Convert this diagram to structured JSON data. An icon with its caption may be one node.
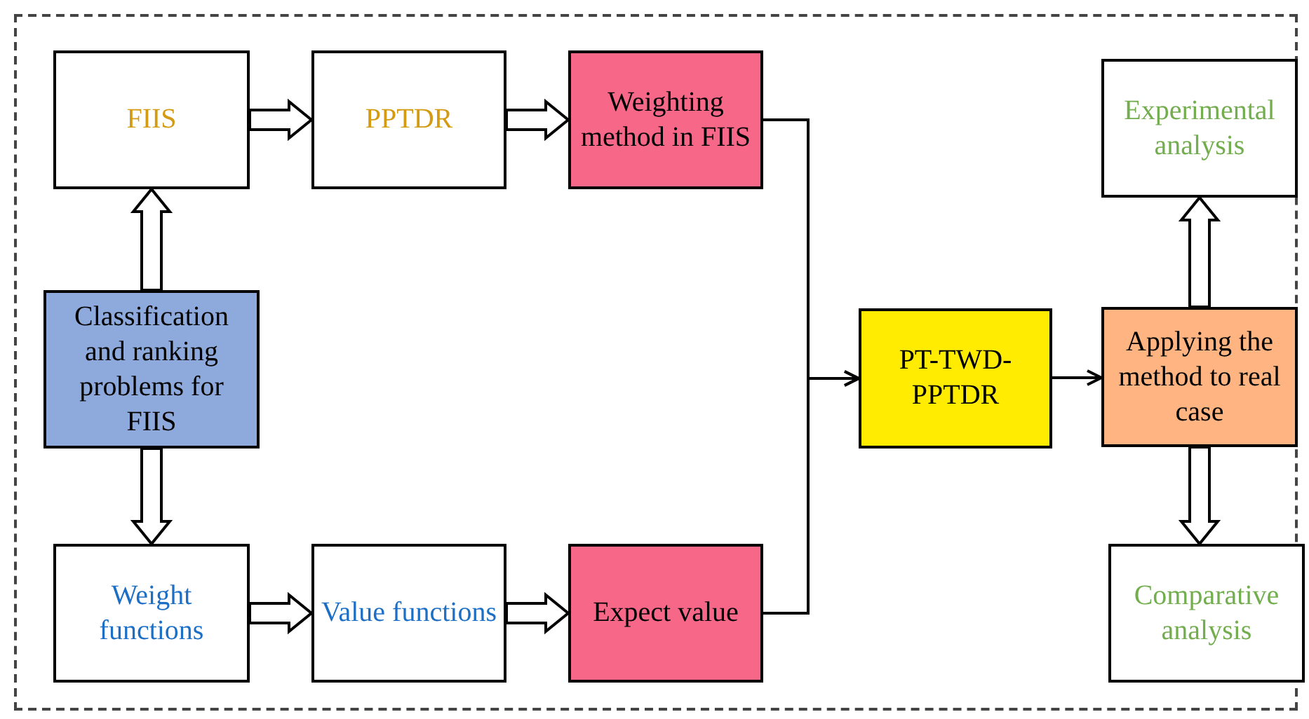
{
  "diagram": {
    "nodes": [
      {
        "text": [
          "FIIS"
        ]
      },
      {
        "text": [
          "PPTDR"
        ]
      },
      {
        "text": [
          "Weighting method in FIIS"
        ]
      },
      {
        "text": [
          "Classification and ranking problems for FIIS"
        ]
      },
      {
        "text": [
          "Weight functions"
        ]
      },
      {
        "text": [
          "Value functions"
        ]
      },
      {
        "text": [
          "Expect value"
        ]
      },
      {
        "text": [
          "PT-TWD-PPTDR"
        ]
      },
      {
        "text": [
          "Applying the method to real case"
        ]
      },
      {
        "text": [
          "Experimental analysis"
        ]
      },
      {
        "text": [
          "Comparative analysis"
        ]
      }
    ],
    "edges": [
      {
        "from": 0,
        "to": 1,
        "arrow": "to",
        "style": "thick"
      },
      {
        "from": 1,
        "to": 2,
        "arrow": "to",
        "style": "thick"
      },
      {
        "from": 3,
        "to": 0,
        "arrow": "to",
        "style": "thick"
      },
      {
        "from": 3,
        "to": 4,
        "arrow": "to",
        "style": "thick"
      },
      {
        "from": 4,
        "to": 5,
        "arrow": "to",
        "style": "thick"
      },
      {
        "from": 5,
        "to": 6,
        "arrow": "to",
        "style": "thick"
      },
      {
        "from": 2,
        "to": 7,
        "arrow": "to"
      },
      {
        "from": 6,
        "to": 7,
        "arrow": "to"
      },
      {
        "from": 7,
        "to": 8,
        "arrow": "to"
      },
      {
        "from": 8,
        "to": 9,
        "arrow": "to",
        "style": "thick"
      },
      {
        "from": 8,
        "to": 10,
        "arrow": "to",
        "style": "thick"
      }
    ]
  }
}
